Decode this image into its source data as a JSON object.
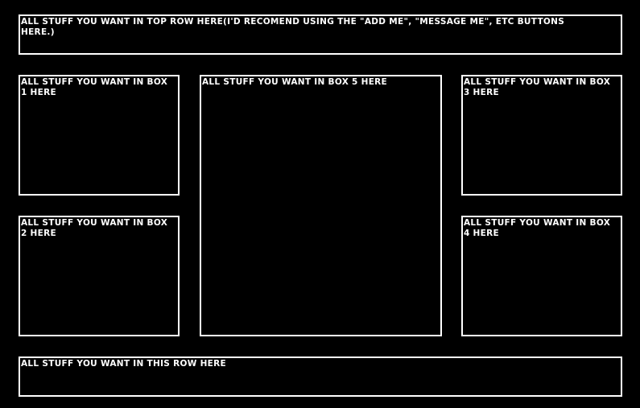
{
  "top_row": {
    "text": "ALL STUFF YOU WANT IN TOP ROW HERE(I'D RECOMEND USING THE \"ADD ME\", \"MESSAGE ME\", ETC BUTTONS HERE.)"
  },
  "boxes": {
    "box1": "ALL STUFF YOU WANT IN BOX 1 HERE",
    "box2": "ALL STUFF YOU WANT IN BOX 2 HERE",
    "box3": "ALL STUFF YOU WANT IN BOX 3 HERE",
    "box4": "ALL STUFF YOU WANT IN BOX 4 HERE",
    "box5": "ALL STUFF YOU WANT IN BOX 5 HERE"
  },
  "bottom_row": {
    "text": "ALL STUFF YOU WANT IN THIS ROW HERE"
  },
  "colors": {
    "background": "#000000",
    "border": "#ffffff",
    "text": "#ffffff"
  }
}
